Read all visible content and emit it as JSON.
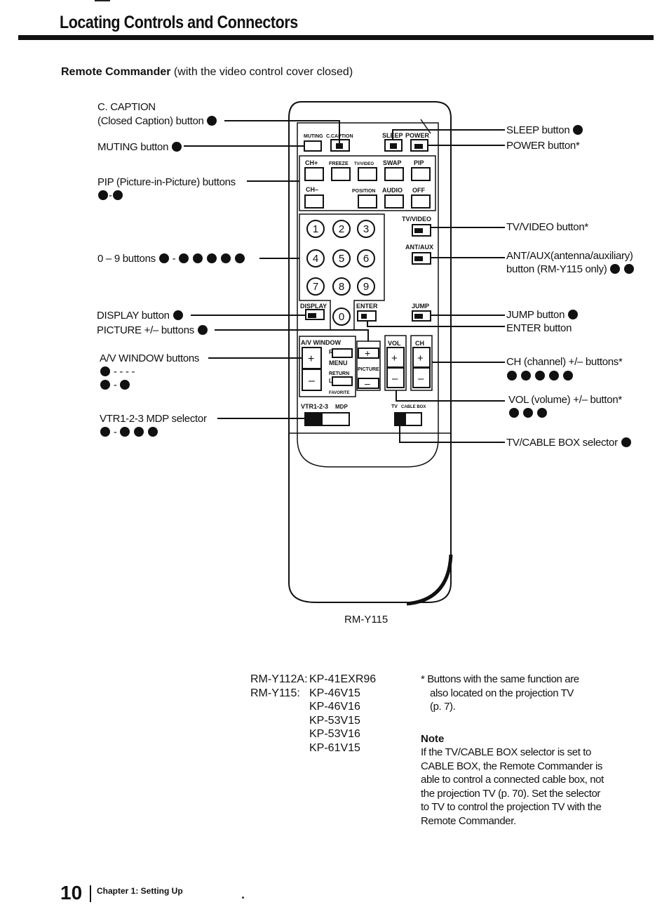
{
  "page": {
    "heading": "Locating Controls and Connectors",
    "subheading_bold": "Remote Commander",
    "subheading_rest": " (with the video control cover closed)"
  },
  "labels_left": {
    "caption_1": "C. CAPTION",
    "caption_2": "(Closed Caption) button",
    "muting": "MUTING button",
    "pip_1": "PIP (Picture-in-Picture) buttons",
    "pip_2": "-",
    "zero_nine": "0 – 9 buttons",
    "zero_nine_dash": " - ",
    "display": "DISPLAY button",
    "picture": "PICTURE +/– buttons",
    "av_window_1": "A/V WINDOW buttons",
    "av_window_2": " -  -  -  - ",
    "av_window_3": " - ",
    "vtr_1": "VTR1-2-3 MDP selector",
    "vtr_2": " - "
  },
  "labels_right": {
    "sleep": "SLEEP button",
    "power": "POWER button*",
    "tv_video": "TV/VIDEO button*",
    "ant_aux_1": "ANT/AUX(antenna/auxiliary)",
    "ant_aux_2": "button (RM-Y115 only)",
    "jump": "JUMP button",
    "enter": "ENTER button",
    "ch": "CH (channel) +/– buttons*",
    "vol": "VOL (volume) +/– button*",
    "tv_cable": "TV/CABLE BOX selector"
  },
  "remote": {
    "muting": "MUTING",
    "c_caption": "C.CAPTION",
    "sleep": "SLEEP",
    "power": "POWER",
    "ch_plus": "CH+",
    "freeze": "FREEZE",
    "tv_video_small": "TV/VIDEO",
    "swap": "SWAP",
    "pip": "PIP",
    "ch_minus": "CH–",
    "position": "POSITION",
    "audio": "AUDIO",
    "off": "OFF",
    "tv_video": "TV/VIDEO",
    "ant_aux": "ANT/AUX",
    "display": "DISPLAY",
    "enter": "ENTER",
    "jump": "JUMP",
    "av_window": "A/V WINDOW",
    "menu": "MENU",
    "return": "RETURN",
    "favorite": "FAVORITE",
    "picture": "PICTURE",
    "vol": "VOL",
    "ch": "CH",
    "vtr": "VTR1-2-3",
    "mdp": "MDP",
    "tv": "TV",
    "cable_box": "CABLE BOX",
    "r": "R",
    "l": "L",
    "plus": "+",
    "minus": "–",
    "digits": [
      "1",
      "2",
      "3",
      "4",
      "5",
      "6",
      "7",
      "8",
      "9",
      "0"
    ],
    "model": "RM-Y115"
  },
  "models": {
    "rows": [
      {
        "k": "RM-Y112A:",
        "v": "KP-41EXR96"
      },
      {
        "k": "RM-Y115:",
        "v": "KP-46V15"
      },
      {
        "k": "",
        "v": "KP-46V16"
      },
      {
        "k": "",
        "v": "KP-53V15"
      },
      {
        "k": "",
        "v": "KP-53V16"
      },
      {
        "k": "",
        "v": "KP-61V15"
      }
    ]
  },
  "footnote": {
    "line1": "* Buttons with the same function are",
    "line2": "also located on the projection TV",
    "line3": "(p. 7)."
  },
  "note": {
    "title": "Note",
    "lines": [
      "If the TV/CABLE BOX selector is set to",
      "CABLE BOX, the Remote Commander is",
      "able to control a connected cable box, not",
      "the projection TV (p. 70). Set the selector",
      "to TV to control the projection TV with the",
      "Remote Commander."
    ]
  },
  "footer": {
    "page_number": "10",
    "chapter": "Chapter 1: Setting Up"
  }
}
